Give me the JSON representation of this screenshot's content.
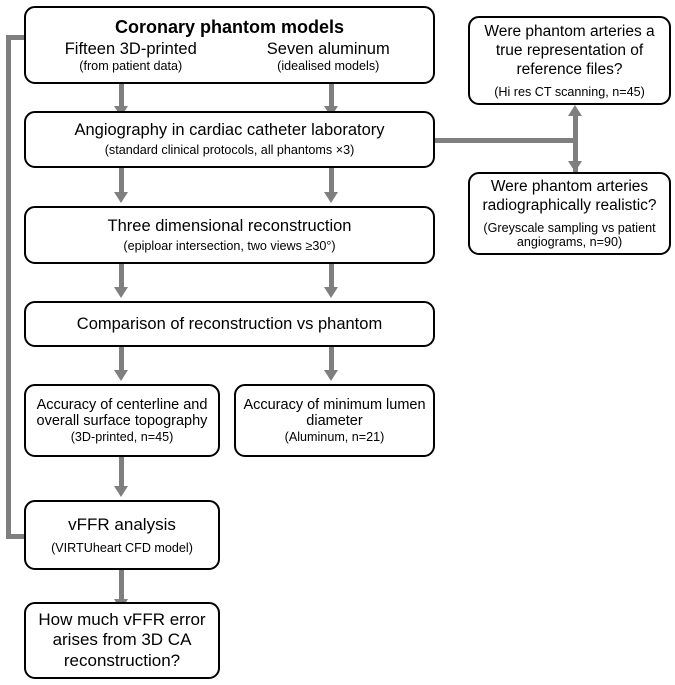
{
  "diagram": {
    "type": "flowchart",
    "nodes": {
      "phantom_models": {
        "title": "Coronary phantom models",
        "left_heading": "Fifteen 3D-printed",
        "left_sub": "(from patient data)",
        "right_heading": "Seven aluminum",
        "right_sub": "(idealised models)"
      },
      "angiography": {
        "title": "Angiography in cardiac catheter laboratory",
        "sub": "(standard clinical protocols, all phantoms ×3)"
      },
      "reconstruction": {
        "title": "Three dimensional reconstruction",
        "sub": "(epiploar intersection, two views ≥30°)"
      },
      "comparison": {
        "title": "Comparison of reconstruction vs phantom"
      },
      "centerline_accuracy": {
        "title": "Accuracy of centerline and overall surface topography",
        "sub": "(3D-printed, n=45)"
      },
      "mld_accuracy": {
        "title": "Accuracy of minimum lumen diameter",
        "sub": "(Aluminum, n=21)"
      },
      "vffr_analysis": {
        "title": "vFFR analysis",
        "sub": "(VIRTUheart CFD model)"
      },
      "vffr_question": {
        "title": "How much vFFR error arises from 3D CA reconstruction?"
      },
      "ct_question": {
        "title": "Were phantom arteries a true representation of reference files?",
        "sub": "(Hi res CT scanning, n=45)"
      },
      "radiographic_question": {
        "title": "Were phantom arteries radiographically realistic?",
        "sub": "(Greyscale sampling vs patient angiograms, n=90)"
      }
    },
    "colors": {
      "connector": "#7f7f7f",
      "node_border": "#000000",
      "node_fill": "#ffffff",
      "text": "#000000"
    }
  }
}
